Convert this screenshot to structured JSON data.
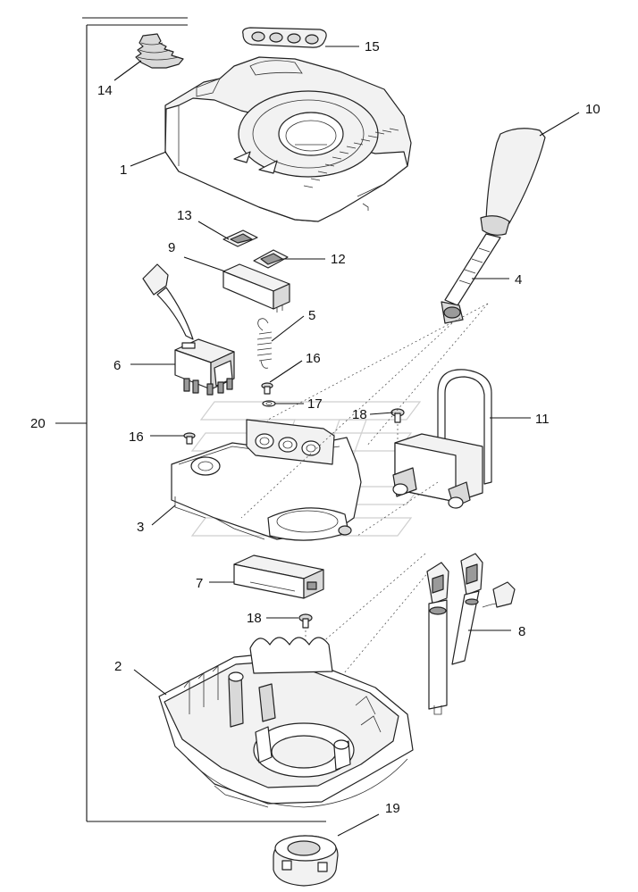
{
  "diagram": {
    "callouts": [
      {
        "id": "c1",
        "label": "1"
      },
      {
        "id": "c2",
        "label": "2"
      },
      {
        "id": "c3",
        "label": "3"
      },
      {
        "id": "c4",
        "label": "4"
      },
      {
        "id": "c5",
        "label": "5"
      },
      {
        "id": "c6",
        "label": "6"
      },
      {
        "id": "c7",
        "label": "7"
      },
      {
        "id": "c8",
        "label": "8"
      },
      {
        "id": "c9",
        "label": "9"
      },
      {
        "id": "c10",
        "label": "10"
      },
      {
        "id": "c11",
        "label": "11"
      },
      {
        "id": "c12",
        "label": "12"
      },
      {
        "id": "c13",
        "label": "13"
      },
      {
        "id": "c14",
        "label": "14"
      },
      {
        "id": "c15",
        "label": "15"
      },
      {
        "id": "c16a",
        "label": "16"
      },
      {
        "id": "c16b",
        "label": "16"
      },
      {
        "id": "c17",
        "label": "17"
      },
      {
        "id": "c18a",
        "label": "18"
      },
      {
        "id": "c18b",
        "label": "18"
      },
      {
        "id": "c19",
        "label": "19"
      },
      {
        "id": "c20",
        "label": "20"
      }
    ]
  }
}
